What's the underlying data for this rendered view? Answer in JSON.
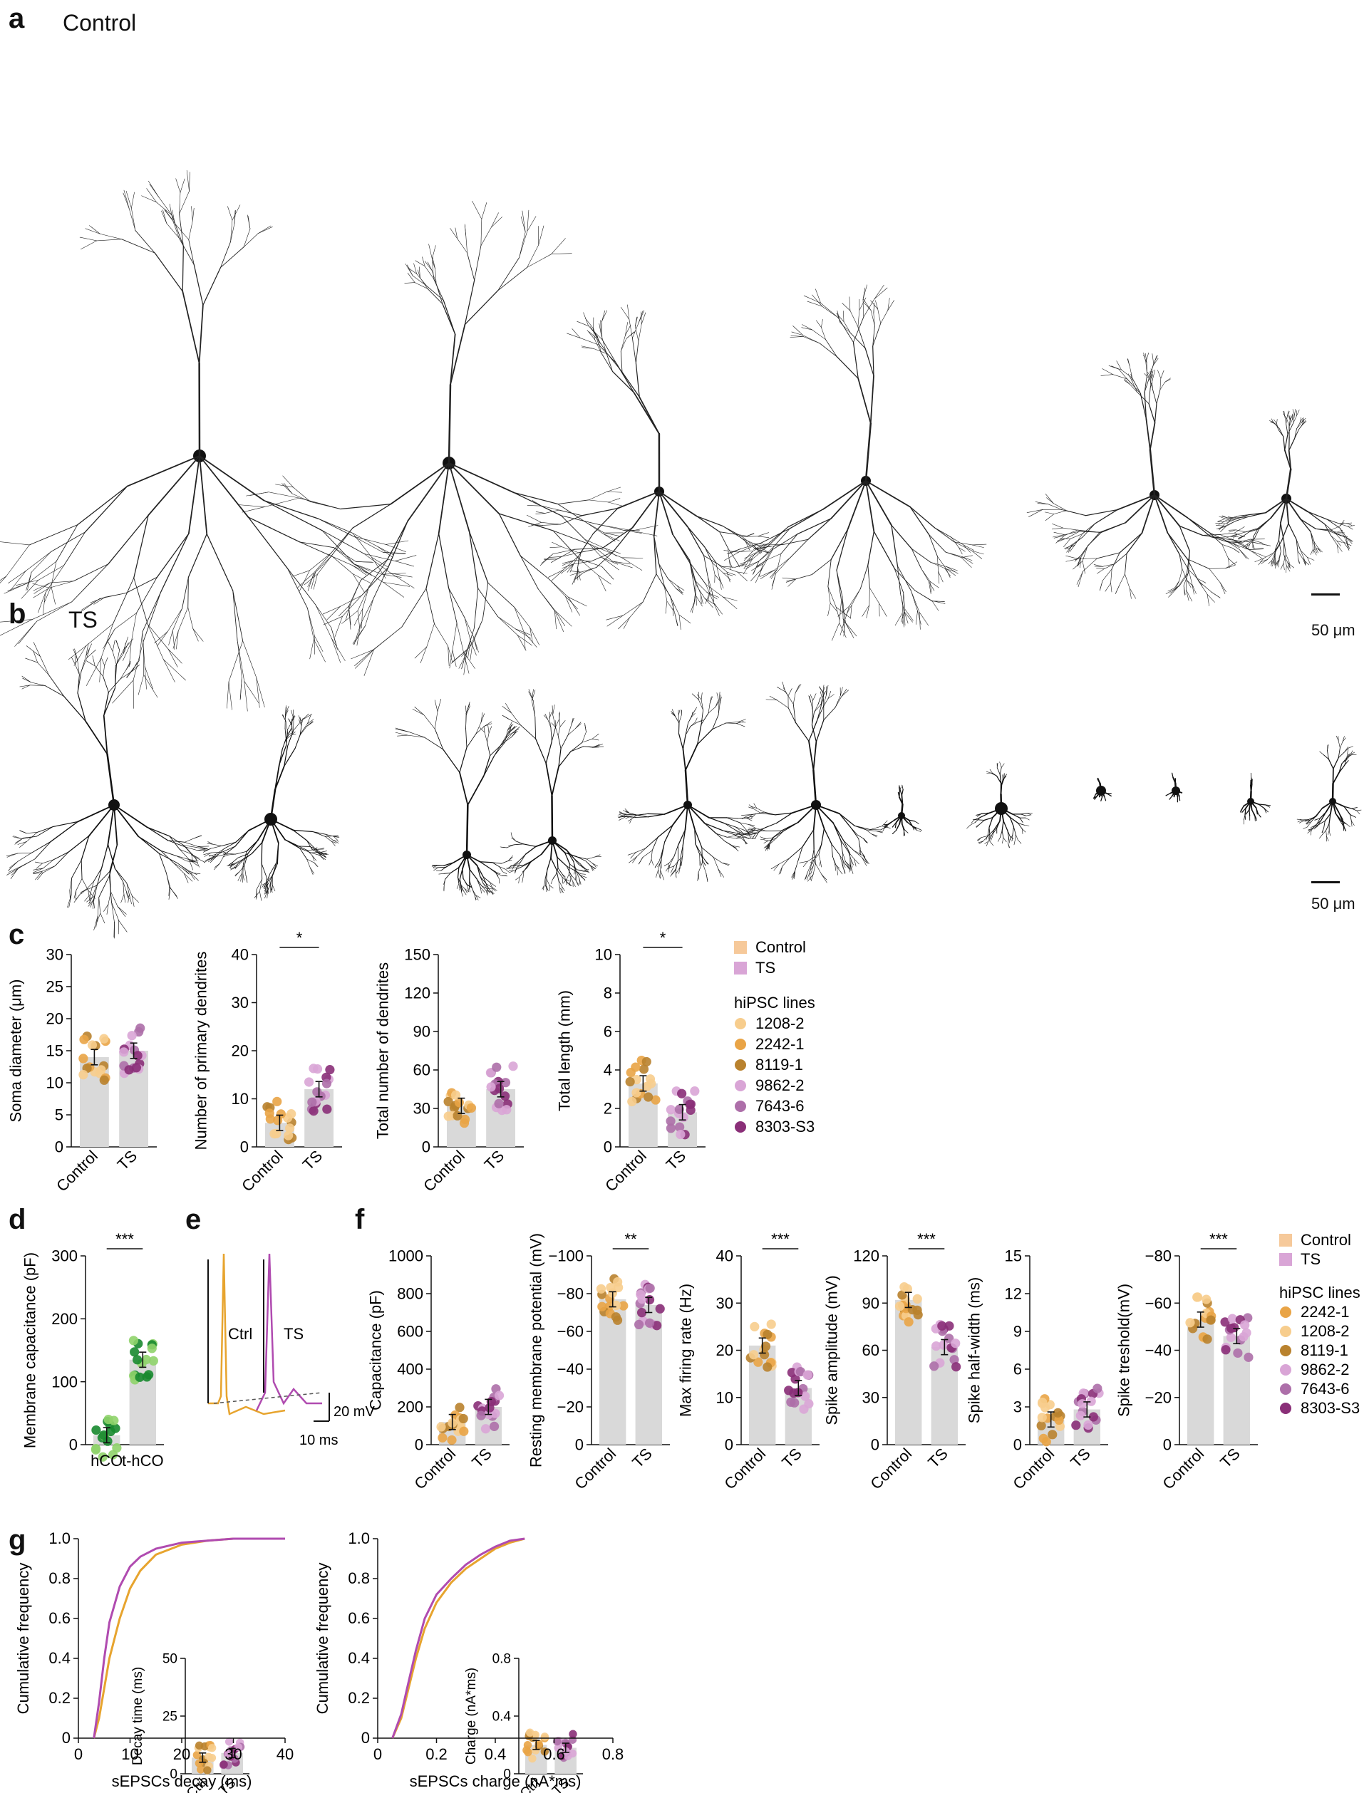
{
  "panels": {
    "a": {
      "label": "a",
      "title": "Control",
      "scale": "50 μm"
    },
    "b": {
      "label": "b",
      "title": "TS",
      "scale": "50 μm"
    },
    "c": {
      "label": "c"
    },
    "d": {
      "label": "d"
    },
    "e": {
      "label": "e",
      "ctrl": "Ctrl",
      "ts": "TS",
      "scale_v": "20 mV",
      "scale_t": "10 ms"
    },
    "f": {
      "label": "f"
    },
    "g": {
      "label": "g"
    }
  },
  "colors": {
    "control_bar": "#f6c99a",
    "ts_bar": "#d9a5d6",
    "bar_gray": "#d9d9d9",
    "lines": {
      "1208-2": "#f7cd8d",
      "2242-1": "#e9a446",
      "8119-1": "#b9822e",
      "9862-2": "#d9a5d6",
      "7643-6": "#ad6fa9",
      "8303-S3": "#8a2f78"
    },
    "green_light": "#8fd36a",
    "green_dark": "#188a2f",
    "ctrl_trace": "#e7a42e",
    "ts_trace": "#b04bb0"
  },
  "legend_c": {
    "groups": [
      "Control",
      "TS"
    ],
    "title": "hiPSC lines",
    "lines": [
      "1208-2",
      "2242-1",
      "8119-1",
      "9862-2",
      "7643-6",
      "8303-S3"
    ]
  },
  "legend_f": {
    "groups": [
      "Control",
      "TS"
    ],
    "title": "hiPSC lines",
    "lines": [
      "2242-1",
      "1208-2",
      "8119-1",
      "9862-2",
      "7643-6",
      "8303-S3"
    ]
  },
  "chart_data": [
    {
      "id": "c1",
      "type": "bar",
      "categories": [
        "Control",
        "TS"
      ],
      "values": [
        14,
        15
      ],
      "ylabel": "Soma diameter (μm)",
      "ylim": [
        0,
        30
      ],
      "ticks": [
        0,
        5,
        10,
        15,
        20,
        25,
        30
      ],
      "sig": ""
    },
    {
      "id": "c2",
      "type": "bar",
      "categories": [
        "Control",
        "TS"
      ],
      "values": [
        5,
        12
      ],
      "ylabel": "Number of primary dendrites",
      "ylim": [
        0,
        40
      ],
      "ticks": [
        0,
        10,
        20,
        30,
        40
      ],
      "sig": "*"
    },
    {
      "id": "c3",
      "type": "bar",
      "categories": [
        "Control",
        "TS"
      ],
      "values": [
        32,
        45
      ],
      "ylabel": "Total number of dendrites",
      "ylim": [
        0,
        150
      ],
      "ticks": [
        0,
        30,
        60,
        90,
        120,
        150
      ],
      "sig": ""
    },
    {
      "id": "c4",
      "type": "bar",
      "categories": [
        "Control",
        "TS"
      ],
      "values": [
        3.3,
        1.8
      ],
      "ylabel": "Total length (mm)",
      "ylim": [
        0,
        10
      ],
      "ticks": [
        0,
        2,
        4,
        6,
        8,
        10
      ],
      "sig": "*"
    },
    {
      "id": "d",
      "type": "bar",
      "categories": [
        "hCO",
        "t-hCO"
      ],
      "values": [
        15,
        135
      ],
      "ylabel": "Membrane capacitance (pF)",
      "ylim": [
        0,
        300
      ],
      "ticks": [
        0,
        100,
        200,
        300
      ],
      "sig": "***"
    },
    {
      "id": "f1",
      "type": "bar",
      "categories": [
        "Control",
        "TS"
      ],
      "values": [
        120,
        200
      ],
      "ylabel": "Capacitance (pF)",
      "ylim": [
        0,
        1000
      ],
      "ticks": [
        0,
        200,
        400,
        600,
        800,
        1000
      ],
      "sig": ""
    },
    {
      "id": "f2",
      "type": "bar",
      "categories": [
        "Control",
        "TS"
      ],
      "values": [
        -77,
        -74
      ],
      "ylabel": "Resting membrane potential (mV)",
      "ylim": [
        0,
        -100
      ],
      "ticks": [
        0,
        -20,
        -40,
        -60,
        -80,
        -100
      ],
      "sig": "**"
    },
    {
      "id": "f3",
      "type": "bar",
      "categories": [
        "Control",
        "TS"
      ],
      "values": [
        21,
        12
      ],
      "ylabel": "Max firing rate (Hz)",
      "ylim": [
        0,
        40
      ],
      "ticks": [
        0,
        10,
        20,
        30,
        40
      ],
      "sig": "***"
    },
    {
      "id": "f4",
      "type": "bar",
      "categories": [
        "Control",
        "TS"
      ],
      "values": [
        92,
        62
      ],
      "ylabel": "Spike amplitude (mV)",
      "ylim": [
        0,
        120
      ],
      "ticks": [
        0,
        30,
        60,
        90,
        120
      ],
      "sig": "***"
    },
    {
      "id": "f5",
      "type": "bar",
      "categories": [
        "Control",
        "TS"
      ],
      "values": [
        2,
        2.8
      ],
      "ylabel": "Spike half-width (ms)",
      "ylim": [
        0,
        15
      ],
      "ticks": [
        0,
        3,
        6,
        9,
        12,
        15
      ],
      "sig": ""
    },
    {
      "id": "f6",
      "type": "bar",
      "categories": [
        "Control",
        "TS"
      ],
      "values": [
        -53,
        -46
      ],
      "ylabel": "Spike treshold(mV)",
      "ylim": [
        0,
        -80
      ],
      "ticks": [
        0,
        -20,
        -40,
        -60,
        -80
      ],
      "sig": "***"
    },
    {
      "id": "g1",
      "type": "line",
      "xlabel": "sEPSCs decay (ms)",
      "ylabel": "Cumulative frequency",
      "xlim": [
        0,
        40
      ],
      "ylim": [
        0,
        1
      ],
      "xticks": [
        0,
        10,
        20,
        30,
        40
      ],
      "yticks": [
        0,
        0.2,
        0.4,
        0.6,
        0.8,
        1.0
      ],
      "series": [
        {
          "color": "#e7a42e",
          "x": [
            3,
            4,
            5,
            6,
            8,
            10,
            12,
            15,
            20,
            25,
            30,
            40
          ],
          "y": [
            0,
            0.1,
            0.25,
            0.4,
            0.6,
            0.75,
            0.84,
            0.92,
            0.97,
            0.99,
            1,
            1
          ]
        },
        {
          "color": "#b04bb0",
          "x": [
            3,
            4,
            5,
            6,
            8,
            10,
            12,
            15,
            20,
            25,
            30,
            40
          ],
          "y": [
            0,
            0.18,
            0.4,
            0.58,
            0.76,
            0.86,
            0.91,
            0.95,
            0.98,
            0.99,
            1,
            1
          ]
        }
      ]
    },
    {
      "id": "g1i",
      "type": "bar",
      "categories": [
        "Ctrl",
        "TS"
      ],
      "values": [
        7,
        9
      ],
      "ylabel": "Decay time (ms)",
      "ylim": [
        0,
        50
      ],
      "ticks": [
        0,
        25,
        50
      ],
      "sig": ""
    },
    {
      "id": "g2",
      "type": "line",
      "xlabel": "sEPSCs charge (nA*ms)",
      "ylabel": "Cumulative frequency",
      "xlim": [
        0,
        0.8
      ],
      "ylim": [
        0,
        1
      ],
      "xticks": [
        0,
        0.2,
        0.4,
        0.6,
        0.8
      ],
      "yticks": [
        0,
        0.2,
        0.4,
        0.6,
        0.8,
        1.0
      ],
      "series": [
        {
          "color": "#e7a42e",
          "x": [
            0.05,
            0.08,
            0.1,
            0.13,
            0.16,
            0.2,
            0.25,
            0.3,
            0.35,
            0.4,
            0.45,
            0.5
          ],
          "y": [
            0,
            0.1,
            0.22,
            0.4,
            0.55,
            0.68,
            0.78,
            0.85,
            0.9,
            0.95,
            0.98,
            1
          ]
        },
        {
          "color": "#b04bb0",
          "x": [
            0.05,
            0.08,
            0.1,
            0.13,
            0.16,
            0.2,
            0.25,
            0.3,
            0.35,
            0.4,
            0.45,
            0.5
          ],
          "y": [
            0,
            0.12,
            0.25,
            0.44,
            0.6,
            0.72,
            0.8,
            0.87,
            0.92,
            0.96,
            0.99,
            1
          ]
        }
      ]
    },
    {
      "id": "g2i",
      "type": "bar",
      "categories": [
        "Ctrl",
        "TS"
      ],
      "values": [
        0.2,
        0.18
      ],
      "ylabel": "Charge (nA*ms)",
      "ylim": [
        0,
        0.8
      ],
      "ticks": [
        0,
        0.4,
        0.8
      ],
      "tickLabels": [
        "0",
        "0.4",
        "0.8"
      ],
      "sig": ""
    }
  ]
}
